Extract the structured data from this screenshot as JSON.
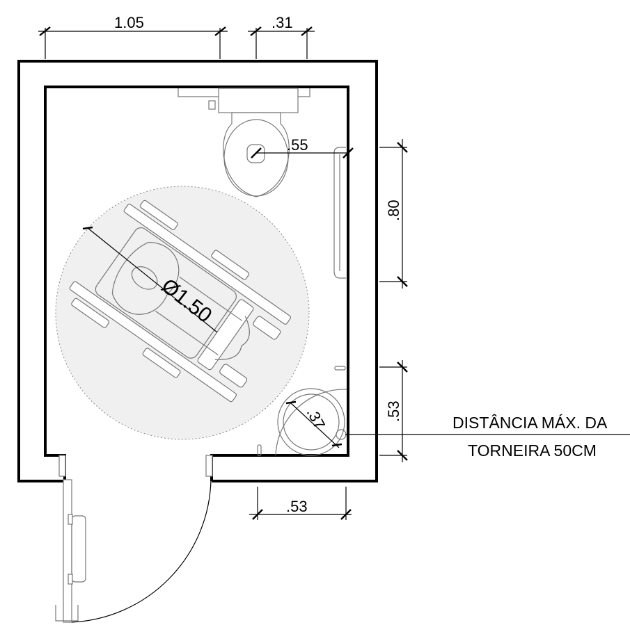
{
  "dimensions": {
    "top_width": "1.05",
    "top_offset": ".31",
    "toilet_center": ".55",
    "grab_bar": ".80",
    "sink_height": ".53",
    "bottom_width": ".53",
    "sink_reach": ".37",
    "turning_diameter": "Ø1.50"
  },
  "note": {
    "line1": "DISTÂNCIA MÁX. DA",
    "line2": "TORNEIRA 50CM"
  }
}
